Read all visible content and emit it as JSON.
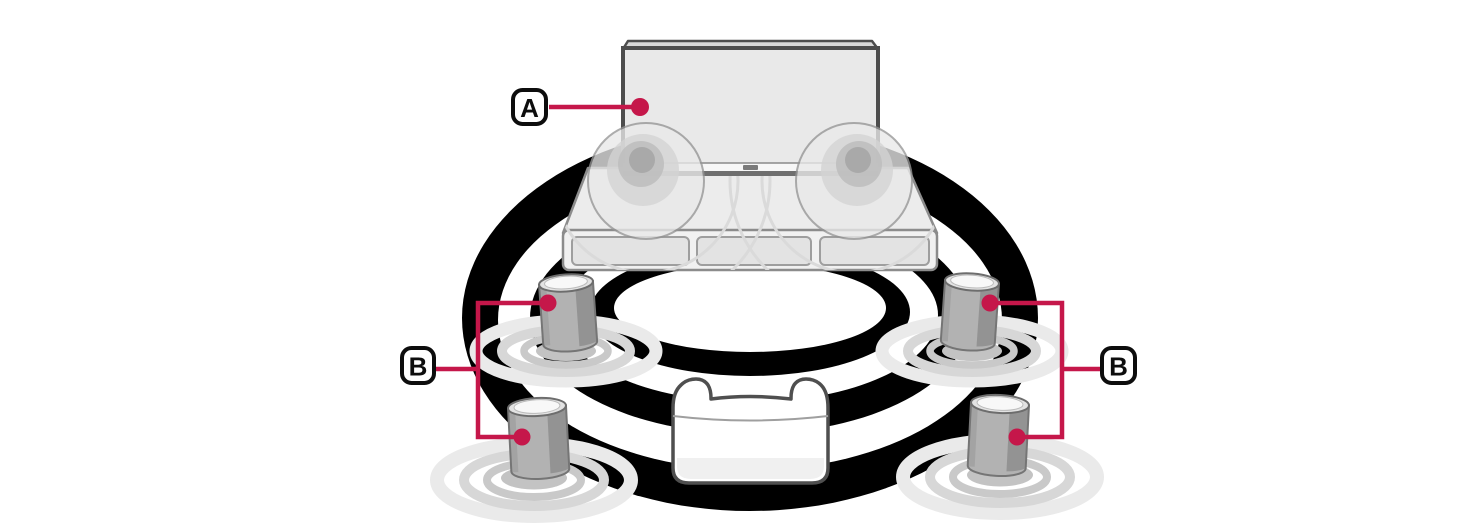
{
  "diagram": {
    "callouts": {
      "a": {
        "letter": "A"
      },
      "b_left": {
        "letter": "B"
      },
      "b_right": {
        "letter": "B"
      }
    },
    "colors": {
      "callout": "#C5174A",
      "wave": "#000000",
      "ripple_light": "#EAEAEA",
      "ripple_mid": "#D7D7D7",
      "ripple_dark": "#C9C9C9",
      "object_outline": "#757575"
    }
  }
}
